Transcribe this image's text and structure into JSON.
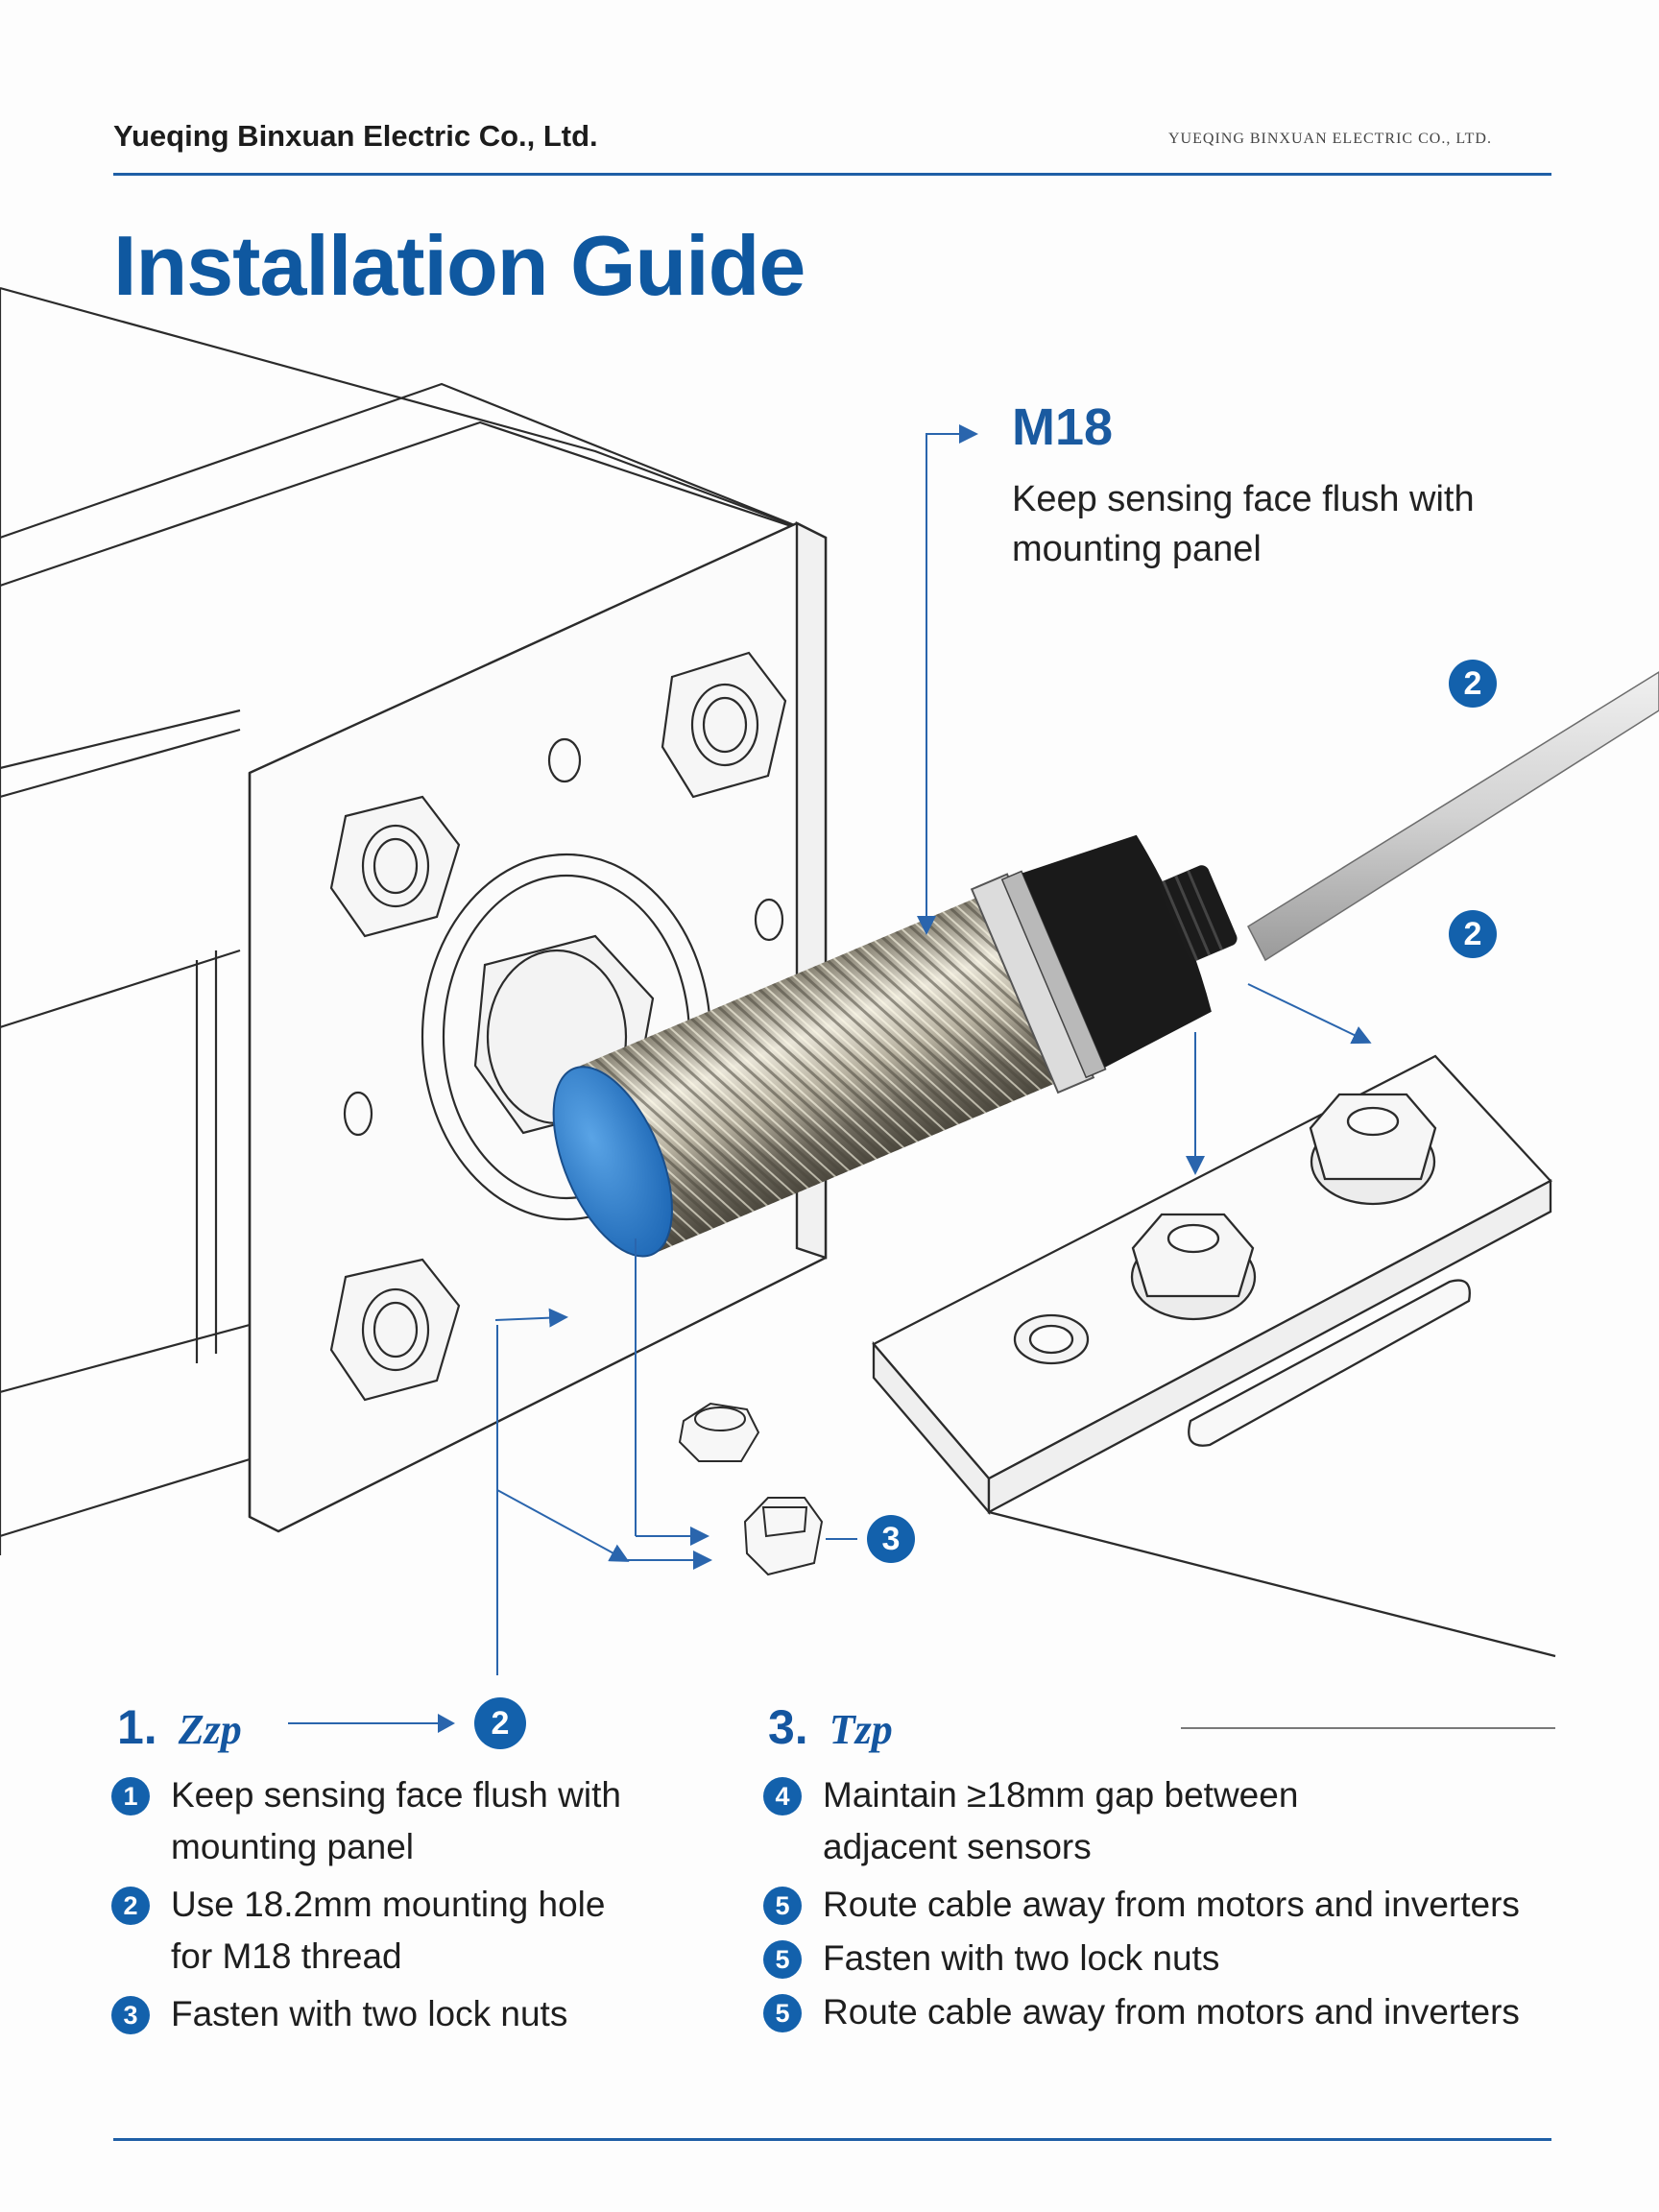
{
  "header": {
    "company": "Yueqing Binxuan Electric Co., Ltd.",
    "company_small": "YUEQING BINXUAN ELECTRIC CO., LTD."
  },
  "title": "Installation Guide",
  "callout": {
    "size": "M18",
    "text": "Keep sensing face flush with mounting panel"
  },
  "badges": {
    "cable_top": "2",
    "cable_mid": "2",
    "nut_callout": "3",
    "step1_target": "2"
  },
  "steps_left": {
    "heading_num": "1.",
    "heading_sub": "Zzp",
    "items": [
      {
        "num": "1",
        "text": "Keep sensing face flush with mounting panel"
      },
      {
        "num": "2",
        "text": "Use 18.2mm mounting hole for M18 thread"
      },
      {
        "num": "3",
        "text": "Fasten with two lock nuts"
      }
    ]
  },
  "steps_right": {
    "heading_num": "3.",
    "heading_sub": "Tzp",
    "items": [
      {
        "num": "4",
        "text": "Maintain ≥18mm gap between adjacent sensors"
      },
      {
        "num": "5",
        "text": "Route cable away from motors and inverters"
      },
      {
        "num": "5",
        "text": "Fasten with two lock nuts"
      },
      {
        "num": "5",
        "text": "Route cable away from motors and inverters"
      }
    ]
  },
  "colors": {
    "accent": "#1361ac",
    "title": "#0f58a0",
    "sensor_face": "#2f7fd1",
    "line_art": "#2b2b2b"
  }
}
